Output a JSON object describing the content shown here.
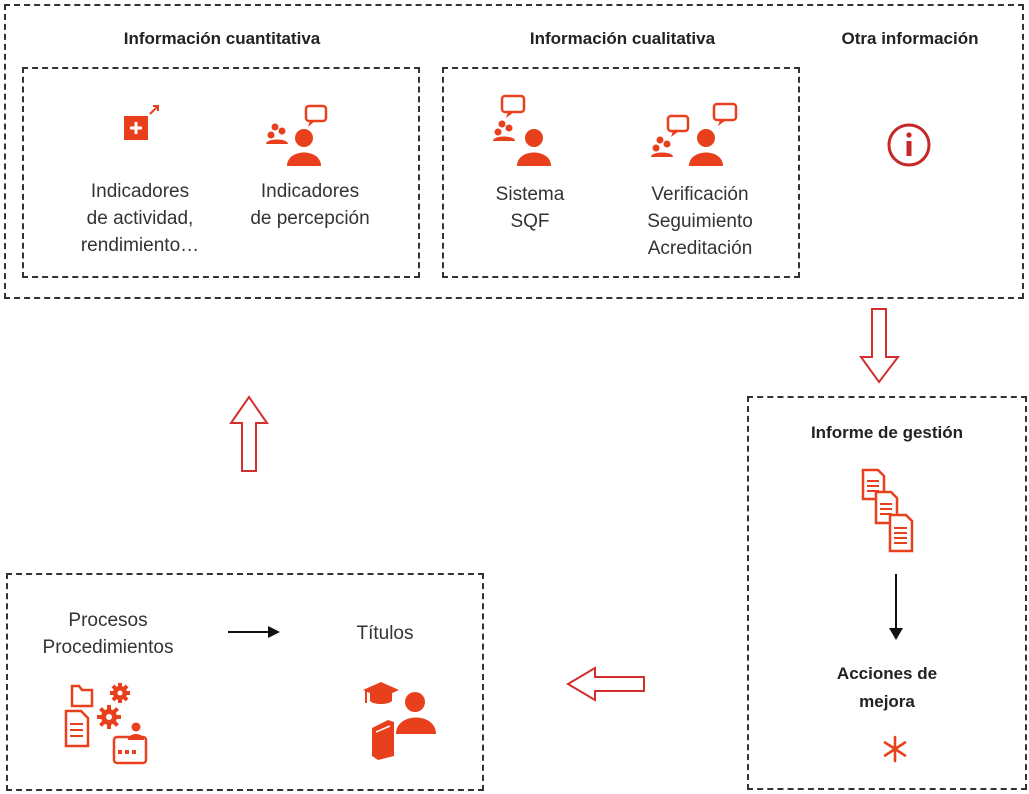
{
  "colors": {
    "accent": "#e8401c",
    "info": "#c62828",
    "arrow_outline": "#d32f2f",
    "border": "#333333"
  },
  "top_section": {
    "quantitative": {
      "header": "Información cuantitativa",
      "activity_label": "Indicadores\nde actividad,\nrendimiento…",
      "perception_label": "Indicadores\nde percepción"
    },
    "qualitative": {
      "header": "Información cualitativa",
      "sqf_label": "Sistema\nSQF",
      "verification_label": "Verificación\nSeguimiento\nAcreditación"
    },
    "other": {
      "header": "Otra información"
    }
  },
  "report": {
    "header": "Informe de gestión",
    "actions_label": "Acciones de\nmejora"
  },
  "bottom": {
    "processes_label": "Procesos\nProcedimientos",
    "titles_label": "Títulos"
  },
  "icons": [
    "indicator-plus-icon",
    "perception-person-icon",
    "sqf-person-icon",
    "verification-people-icon",
    "info-circle-icon",
    "documents-icon",
    "asterisk-icon",
    "processes-icon",
    "graduate-icon"
  ]
}
